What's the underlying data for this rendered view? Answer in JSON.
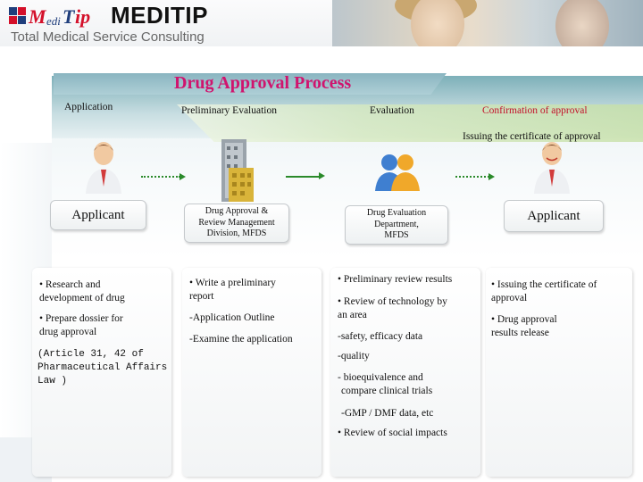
{
  "header": {
    "logo": {
      "letter_m": "M",
      "letters_edi": "edi",
      "letter_t": "T",
      "letters_ip": "ip",
      "red": "#d4102a",
      "blue": "#1f3e7c"
    },
    "brand": "MEDITIP",
    "tagline": "Total Medical Service Consulting"
  },
  "diagram": {
    "title": "Drug Approval Process",
    "steps": [
      "Application",
      "Preliminary Evaluation",
      "Evaluation",
      "Confirmation of approval"
    ],
    "issuing_label": "Issuing the certificate of approval",
    "actors": {
      "applicant_left": "Applicant",
      "mfds_division": [
        "Drug Approval &",
        "Review  Management",
        "Division, MFDS"
      ],
      "evaluation_dept": [
        "Drug Evaluation",
        "Department,",
        "MFDS"
      ],
      "applicant_right": "Applicant"
    },
    "columns": [
      {
        "items": [
          "• Research and",
          "development of drug",
          "• Prepare dossier for",
          "drug approval",
          "(Article 31, 42 of",
          "Pharmaceutical Affairs",
          "Law )"
        ]
      },
      {
        "items": [
          "• Write a preliminary",
          "report",
          "-Application Outline",
          "-Examine the application"
        ]
      },
      {
        "items": [
          "• Preliminary review results",
          "• Review of  technology by",
          "an area",
          "-safety, efficacy data",
          "-quality",
          "- bioequivalence and",
          "compare clinical trials",
          "-GMP / DMF data, etc",
          "• Review of social impacts"
        ]
      },
      {
        "items": [
          "• Issuing the certificate of",
          "approval",
          "• Drug approval",
          "results release"
        ]
      }
    ],
    "colors": {
      "title": "#d0146e",
      "confirmation": "#c3102a",
      "arrow": "#2a8a2a"
    }
  }
}
